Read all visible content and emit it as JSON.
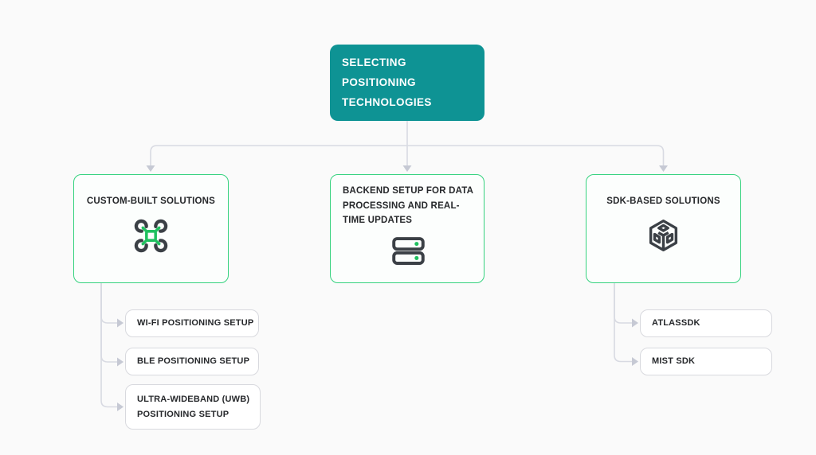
{
  "diagram": {
    "root": {
      "label": "SELECTING POSITIONING TECHNOLOGIES"
    },
    "branches": {
      "custom": {
        "label": "CUSTOM-BUILT SOLUTIONS",
        "icon": "drone-icon",
        "children": {
          "wifi": {
            "label": "WI-FI POSITIONING SETUP"
          },
          "ble": {
            "label": "BLE POSITIONING SETUP"
          },
          "uwb": {
            "label": "ULTRA-WIDEBAND (UWB) POSITIONING SETUP"
          }
        }
      },
      "backend": {
        "label": "BACKEND SETUP FOR DATA PROCESSING AND REAL-TIME UPDATES",
        "icon": "server-icon"
      },
      "sdk": {
        "label": "SDK-BASED SOLUTIONS",
        "icon": "cube-icon",
        "children": {
          "atlas": {
            "label": "ATLASSDK"
          },
          "mist": {
            "label": "MIST SDK"
          }
        }
      }
    },
    "colors": {
      "root_fill": "#0E9394",
      "root_text": "#FFFFFF",
      "branch_border": "#35D27E",
      "branch_fill": "#FCFEFD",
      "leaf_border": "#D8D9DE",
      "icon_green": "#1FC05F",
      "icon_dark": "#3B4046",
      "connector": "#D8DAE2",
      "text": "#26282B",
      "background": "#FAFAFA"
    }
  }
}
